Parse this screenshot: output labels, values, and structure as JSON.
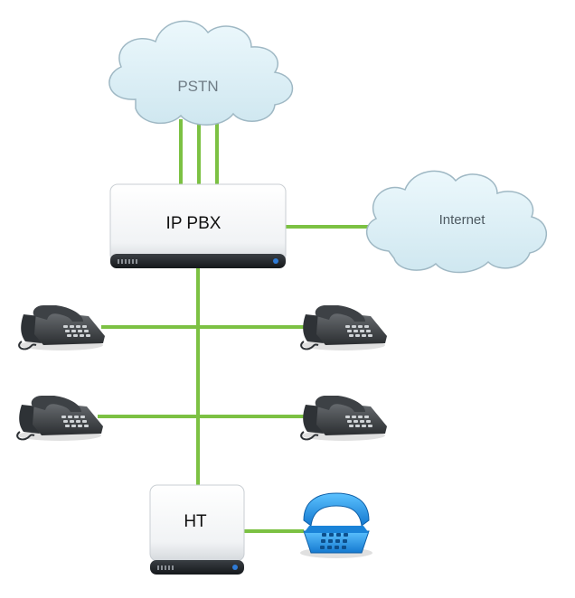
{
  "diagram": {
    "nodes": {
      "pstn": {
        "label": "PSTN",
        "icon": "cloud-icon"
      },
      "internet": {
        "label": "Internet",
        "icon": "cloud-icon"
      },
      "ip_pbx": {
        "label": "IP PBX",
        "icon": "server-icon"
      },
      "ht": {
        "label": "HT",
        "icon": "server-icon"
      },
      "desk_phones": {
        "count": 4,
        "icon": "desk-phone-icon"
      },
      "analog_phone": {
        "icon": "rotary-phone-icon"
      }
    },
    "links": [
      {
        "from": "pstn",
        "to": "ip_pbx",
        "lines": 3
      },
      {
        "from": "ip_pbx",
        "to": "internet"
      },
      {
        "from": "ip_pbx",
        "to": "desk_phones"
      },
      {
        "from": "ip_pbx",
        "to": "ht"
      },
      {
        "from": "ht",
        "to": "analog_phone"
      }
    ]
  },
  "colors": {
    "link": "#7cc143",
    "cloud_fill": "#dff1f7",
    "cloud_stroke": "#9fb8c4",
    "device_led": "#2f7bd6",
    "analog_phone": "#1f8fe0"
  }
}
